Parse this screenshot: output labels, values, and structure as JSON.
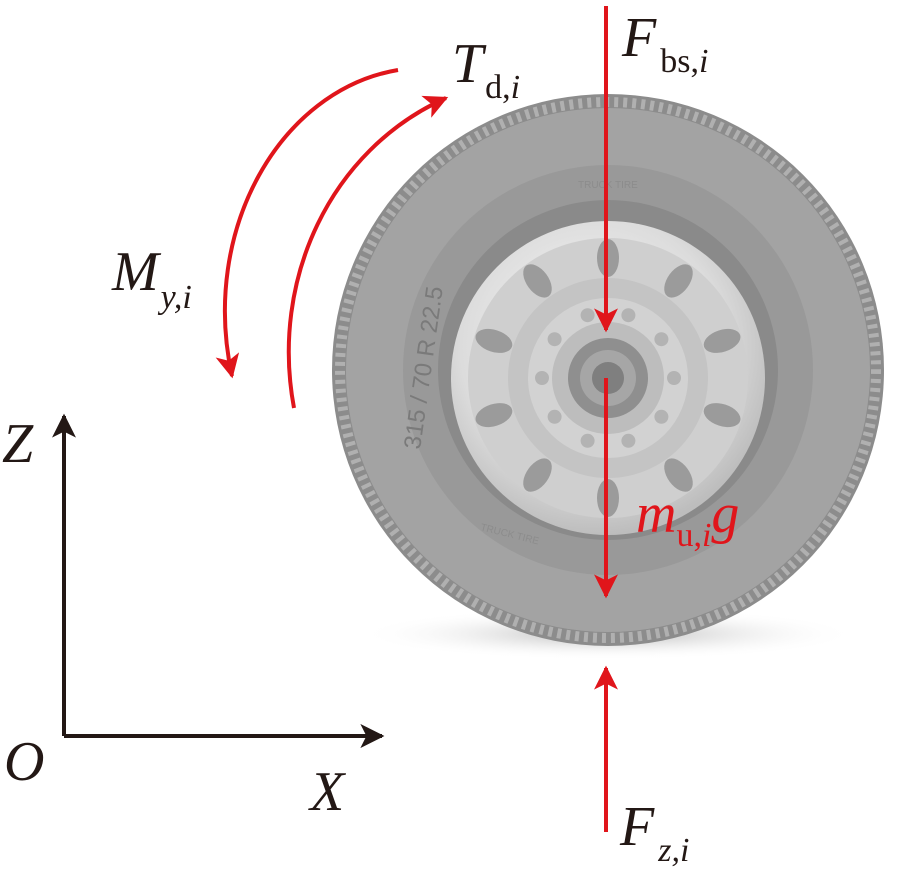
{
  "labels": {
    "brake_force": {
      "symbol": "F",
      "subscript": "bs,",
      "index": "i"
    },
    "drive_torque": {
      "symbol": "T",
      "subscript": "d,",
      "index": "i"
    },
    "rolling_moment": {
      "symbol": "M",
      "subscript": "y,i"
    },
    "gravity": {
      "symbol": "m",
      "subscript": "u,",
      "index": "i",
      "suffix": "g"
    },
    "ground_force": {
      "symbol": "F",
      "subscript": "z,i"
    },
    "axis_z": "Z",
    "axis_x": "X",
    "origin": "O",
    "tire_sidewall": "315 / 70 R 22.5",
    "tread_mark_top": "TRUCK TIRE",
    "tread_mark_bottom": "TRUCK TIRE"
  },
  "colors": {
    "force": "#e0151b",
    "axis": "#231815",
    "tire": "#9a9a9a",
    "tire_dark": "#7d7d7d",
    "rim": "#d9d9d9",
    "rim_light": "#f4f4f4"
  }
}
